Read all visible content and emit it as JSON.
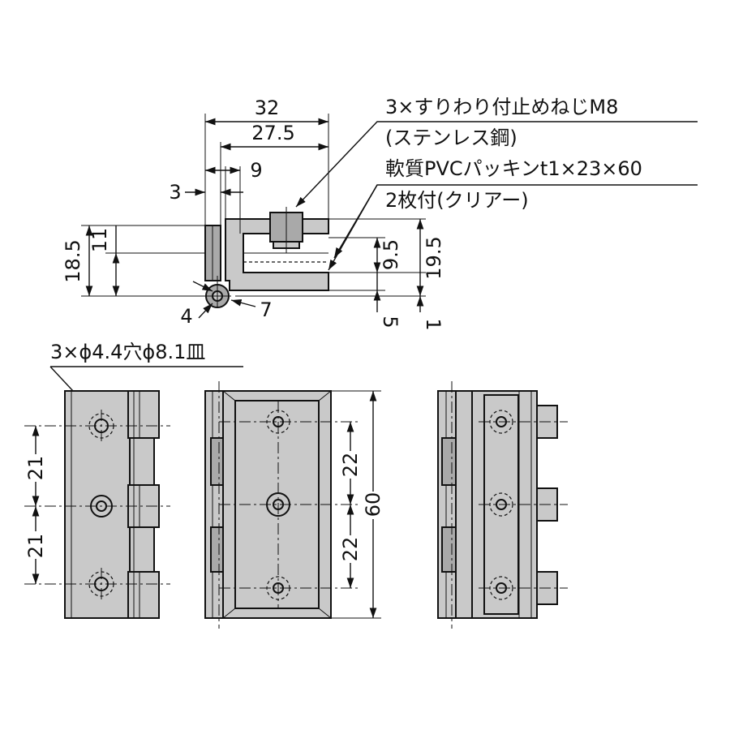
{
  "notes": {
    "screw": "3×すりわり付止めねじM8",
    "material": "(ステンレス鋼)",
    "packing": "軟質PVCパッキンt1×23×60",
    "packing_qty": "2枚付(クリアー)",
    "holes": "3×ϕ4.4穴ϕ8.1皿"
  },
  "dims": {
    "top_32": "32",
    "top_27_5": "27.5",
    "top_9": "9",
    "top_3": "3",
    "left_18_5": "18.5",
    "left_11": "11",
    "right_9_5": "9.5",
    "right_19_5": "19.5",
    "right_5": "5",
    "right_1": "1",
    "pivot_4": "4",
    "pivot_7": "7",
    "left_21_a": "21",
    "left_21_b": "21",
    "mid_22_a": "22",
    "mid_22_b": "22",
    "height_60": "60"
  }
}
